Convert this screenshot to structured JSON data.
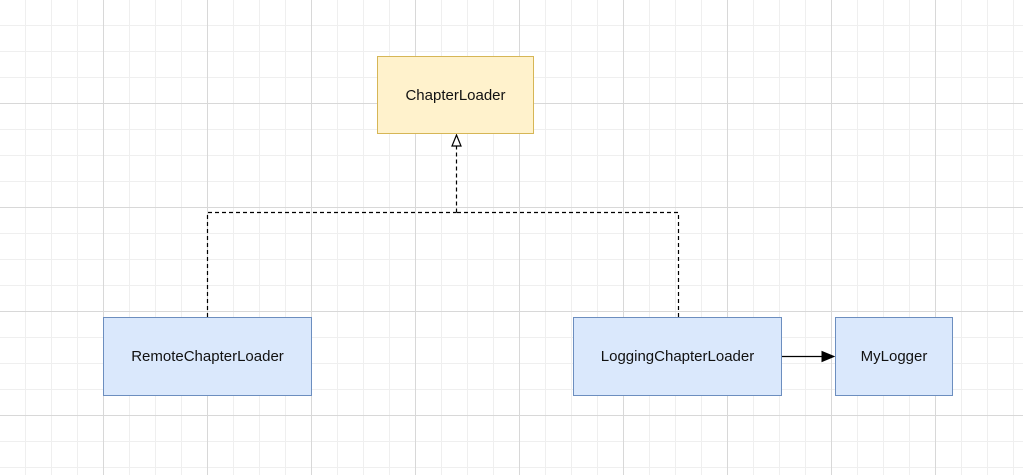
{
  "diagram": {
    "nodes": {
      "chapter_loader": {
        "label": "ChapterLoader",
        "kind": "interface",
        "fill": "#fff2cc",
        "stroke": "#d6b656"
      },
      "remote_chapter_loader": {
        "label": "RemoteChapterLoader",
        "kind": "class",
        "fill": "#dae8fc",
        "stroke": "#6c8ebf"
      },
      "logging_chapter_loader": {
        "label": "LoggingChapterLoader",
        "kind": "class",
        "fill": "#dae8fc",
        "stroke": "#6c8ebf"
      },
      "my_logger": {
        "label": "MyLogger",
        "kind": "class",
        "fill": "#dae8fc",
        "stroke": "#6c8ebf"
      }
    },
    "edges": [
      {
        "from": "remote_chapter_loader",
        "to": "chapter_loader",
        "style": "dashed",
        "arrowhead": "hollow-triangle",
        "relation": "realization"
      },
      {
        "from": "logging_chapter_loader",
        "to": "chapter_loader",
        "style": "dashed",
        "arrowhead": "hollow-triangle",
        "relation": "realization"
      },
      {
        "from": "logging_chapter_loader",
        "to": "my_logger",
        "style": "solid",
        "arrowhead": "filled-triangle",
        "relation": "association"
      }
    ]
  }
}
